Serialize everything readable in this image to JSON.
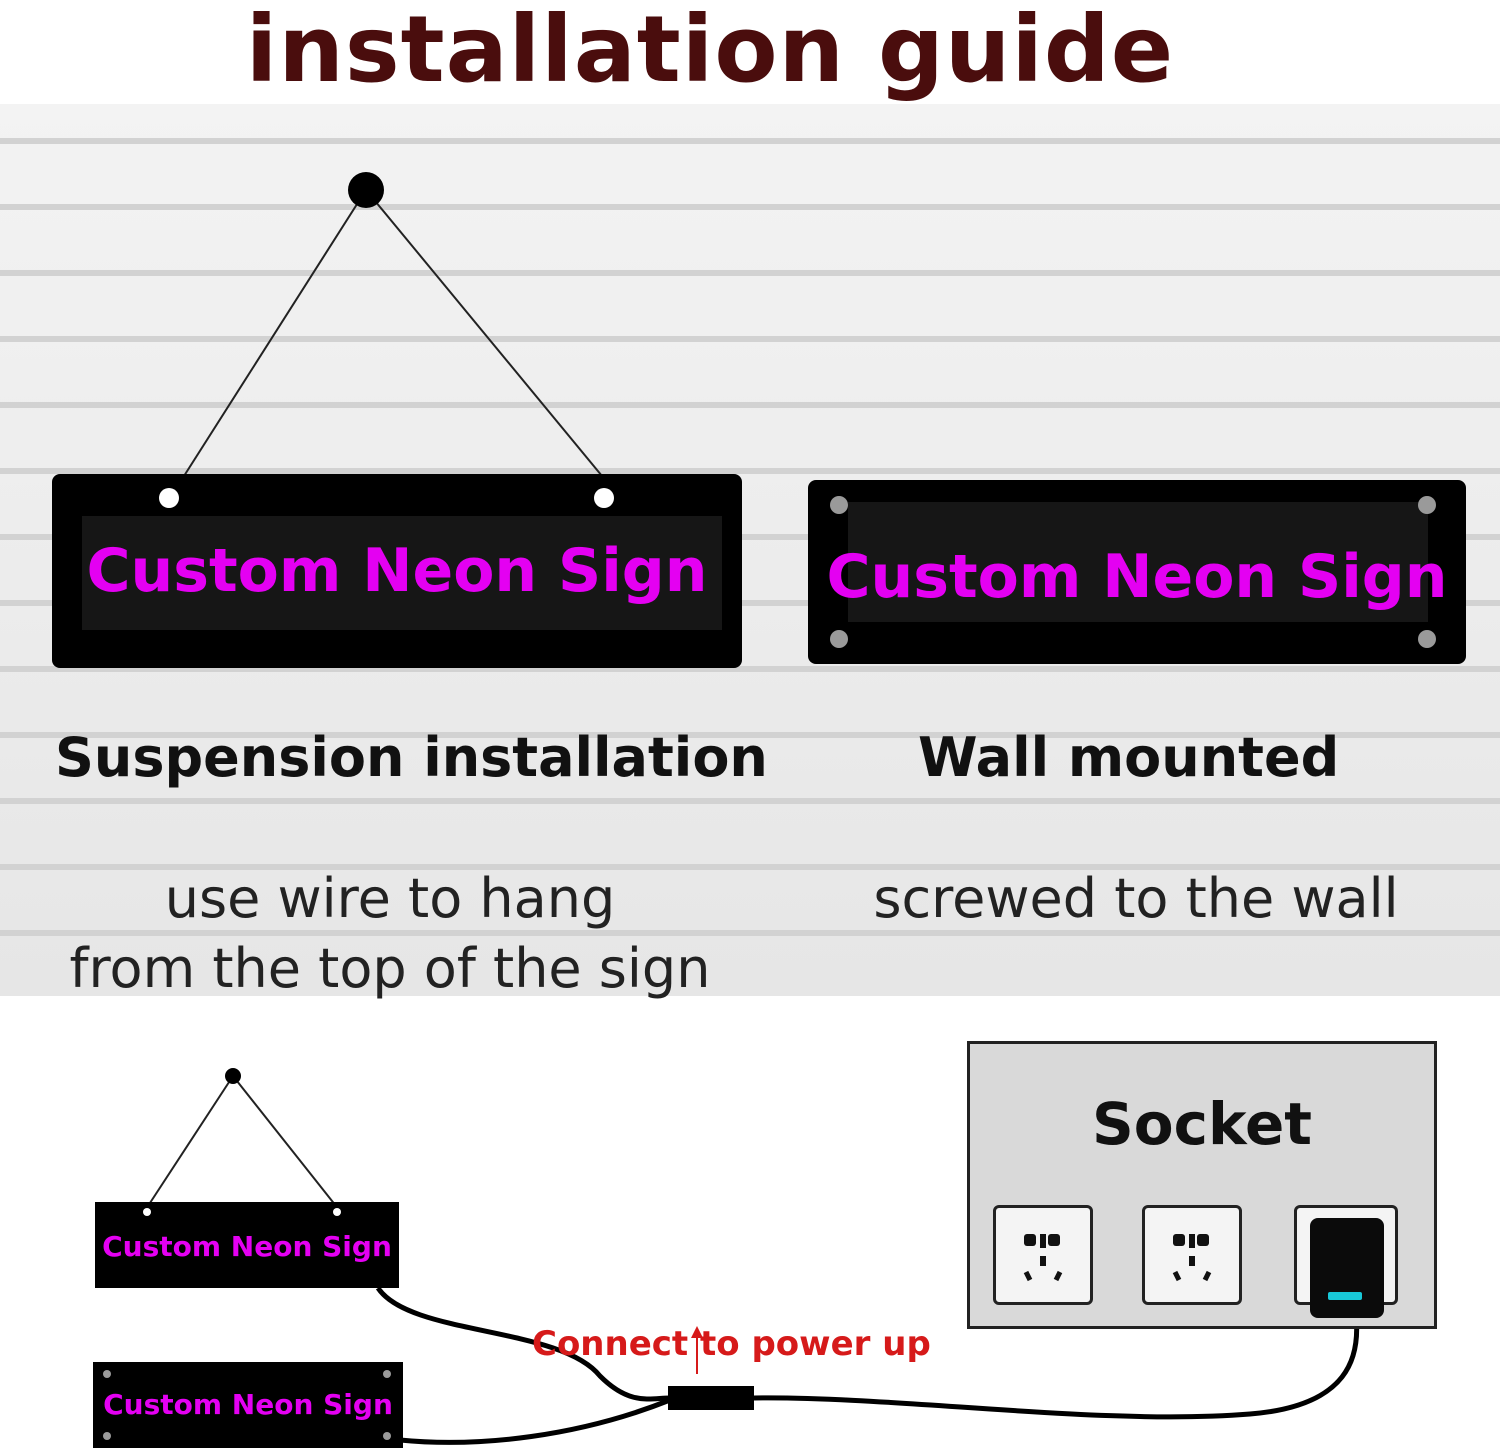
{
  "title": "installation guide",
  "suspension": {
    "sign_text": "Custom Neon Sign",
    "heading": "Suspension installation",
    "desc_line1": "use wire to hang",
    "desc_line2": "from the top of the sign"
  },
  "wall_mounted": {
    "sign_text": "Custom Neon Sign",
    "heading": "Wall mounted",
    "desc": "screwed to the wall"
  },
  "power": {
    "hanging_sign_text": "Custom Neon Sign",
    "mounted_sign_text": "Custom Neon Sign",
    "connect_label": "Connect to power up",
    "socket_label": "Socket"
  },
  "colors": {
    "title": "#4a0d0d",
    "neon_text": "#e400f2",
    "connect_label": "#d61a1a",
    "adapter_led": "#18c8d8"
  },
  "icons": [
    "hanging-nail-icon",
    "wire-icon",
    "power-adapter-icon",
    "outlet-icon",
    "arrow-up-icon"
  ]
}
